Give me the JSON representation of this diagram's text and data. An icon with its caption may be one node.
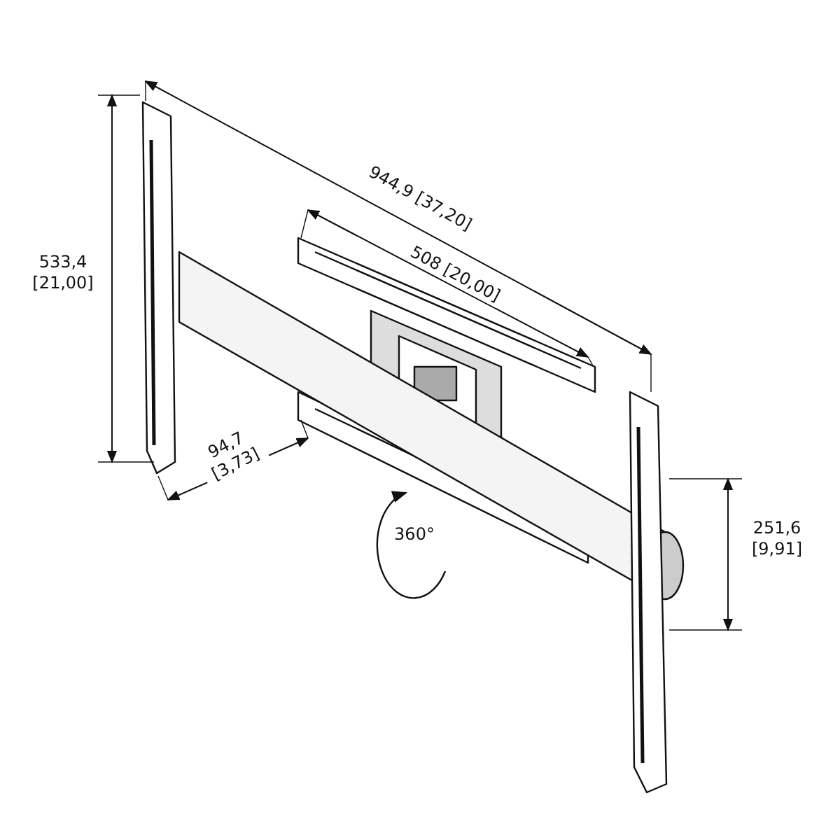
{
  "diagram": {
    "labels": [
      "944,9 [37,20]",
      "508 [20,00]",
      "533,4 [21,00]",
      "94,7 [3,73]",
      "251,6 [9,91]",
      "360°"
    ]
  }
}
